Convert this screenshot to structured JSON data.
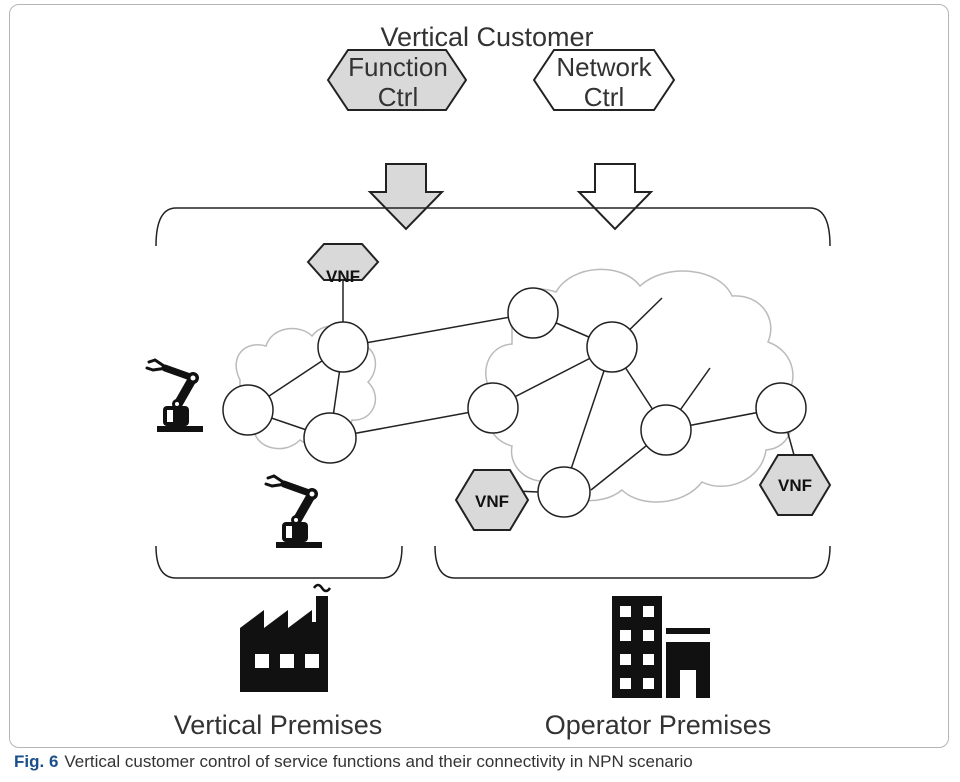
{
  "diagram": {
    "title": "Vertical Customer",
    "controls": {
      "function_ctrl": {
        "line1": "Function",
        "line2": "Ctrl"
      },
      "network_ctrl": {
        "line1": "Network",
        "line2": "Ctrl"
      }
    },
    "vnf_label": "VNF",
    "premises": {
      "vertical": "Vertical Premises",
      "operator": "Operator Premises"
    },
    "colors": {
      "function_fill": "#d9d9d9",
      "vnf_fill": "#d9d9d9",
      "stroke": "#222222",
      "cloud_stroke": "#bbbbbb",
      "caption_label": "#1a4f8a"
    },
    "icons": [
      "robot-arm-icon",
      "factory-icon",
      "office-building-icon"
    ]
  },
  "caption": {
    "label": "Fig. 6",
    "text": "Vertical customer control of service functions and their connectivity in NPN scenario"
  }
}
